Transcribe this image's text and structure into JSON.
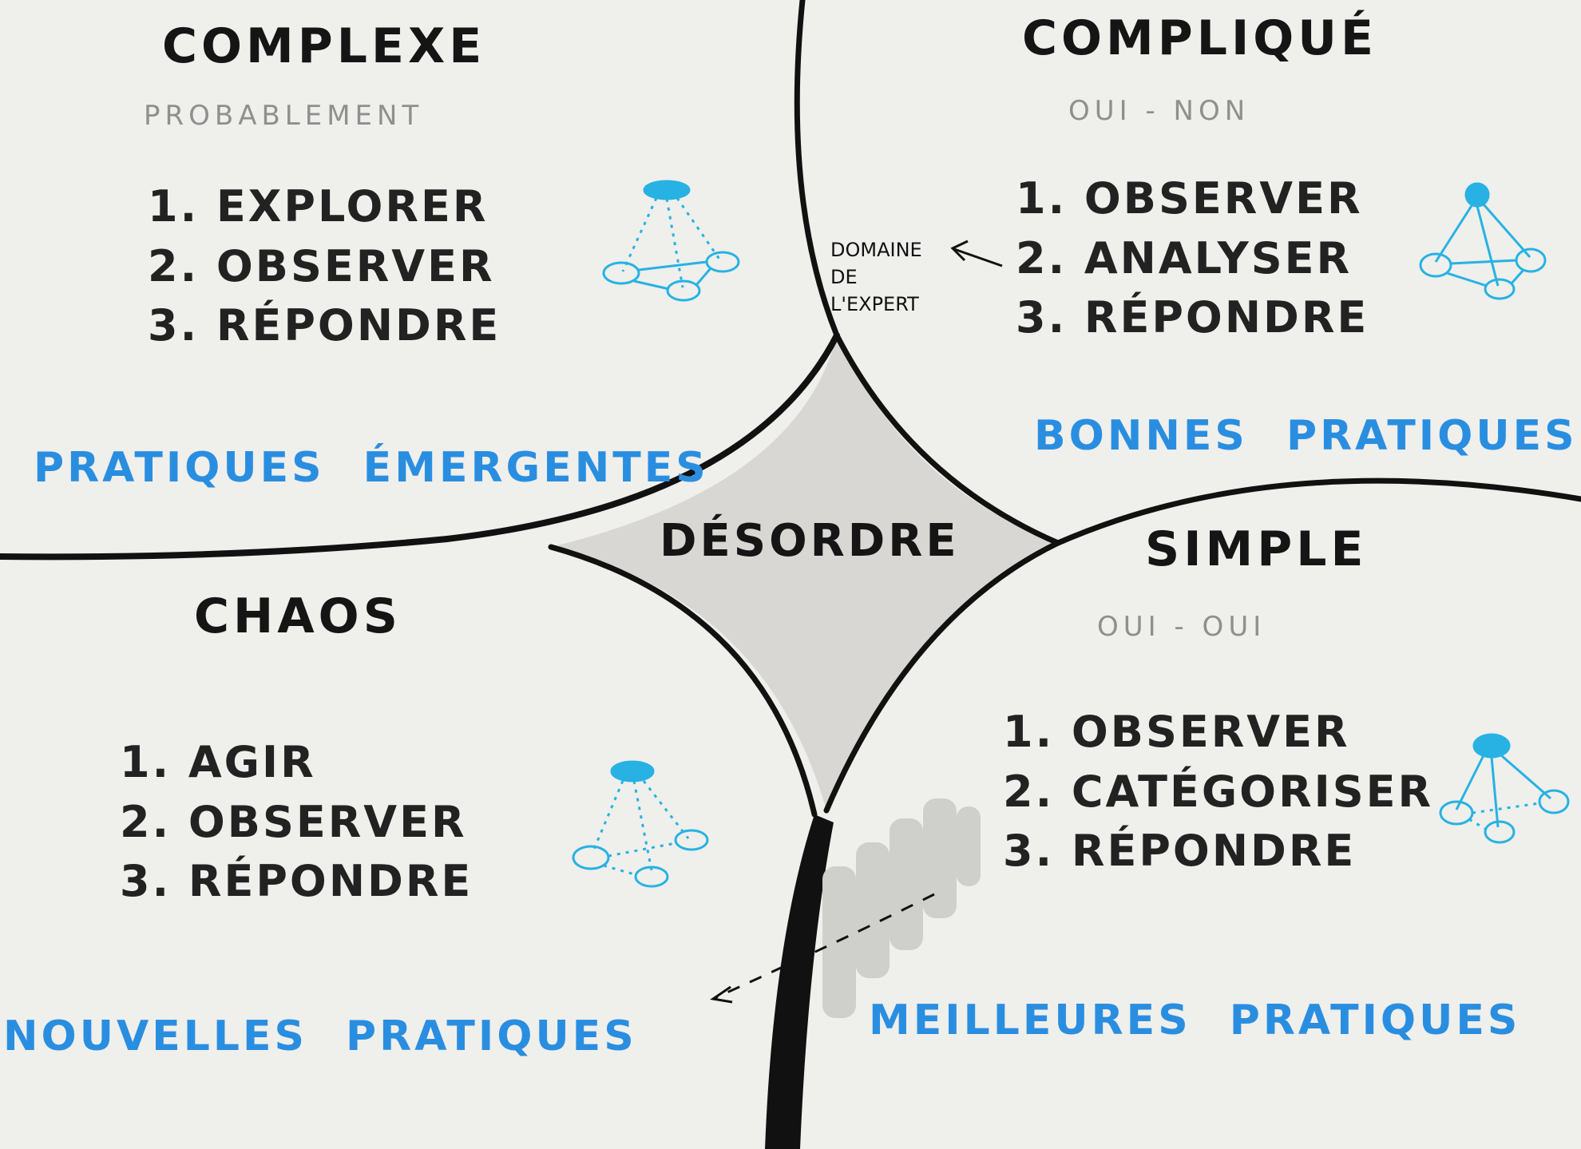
{
  "center": {
    "title": "DÉSORDRE"
  },
  "domains": {
    "complex": {
      "title": "COMPLEXE",
      "subtitle": "PROBABLEMENT",
      "steps": [
        "1. EXPLORER",
        "2. OBSERVER",
        "3. RÉPONDRE"
      ],
      "practice": "PRATIQUES ÉMERGENTES"
    },
    "complicated": {
      "title": "COMPLIQUÉ",
      "subtitle": "OUI - NON",
      "steps": [
        "1. OBSERVER",
        "2. ANALYSER",
        "3. RÉPONDRE"
      ],
      "practice": "BONNES PRATIQUES",
      "note": [
        "DOMAINE",
        "DE",
        "L'EXPERT"
      ]
    },
    "chaos": {
      "title": "CHAOS",
      "steps": [
        "1. AGIR",
        "2. OBSERVER",
        "3. RÉPONDRE"
      ],
      "practice": "NOUVELLES PRATIQUES"
    },
    "simple": {
      "title": "SIMPLE",
      "subtitle": "OUI - OUI",
      "steps": [
        "1. OBSERVER",
        "2. CATÉGORISER",
        "3. RÉPONDRE"
      ],
      "practice": "MEILLEURES PRATIQUES"
    }
  },
  "colors": {
    "ink": "#151515",
    "accent_blue": "#2a8ee0",
    "icon_blue": "#27b2e3",
    "center_fill": "#d8d7d3",
    "paper": "#efefec",
    "subtitle_gray": "#8f8f8f"
  },
  "icons": {
    "complex": "lattice-dotted-icon",
    "complicated": "pyramid-linked-icon",
    "chaos": "scattered-dotted-icon",
    "simple": "hub-spoke-icon"
  }
}
